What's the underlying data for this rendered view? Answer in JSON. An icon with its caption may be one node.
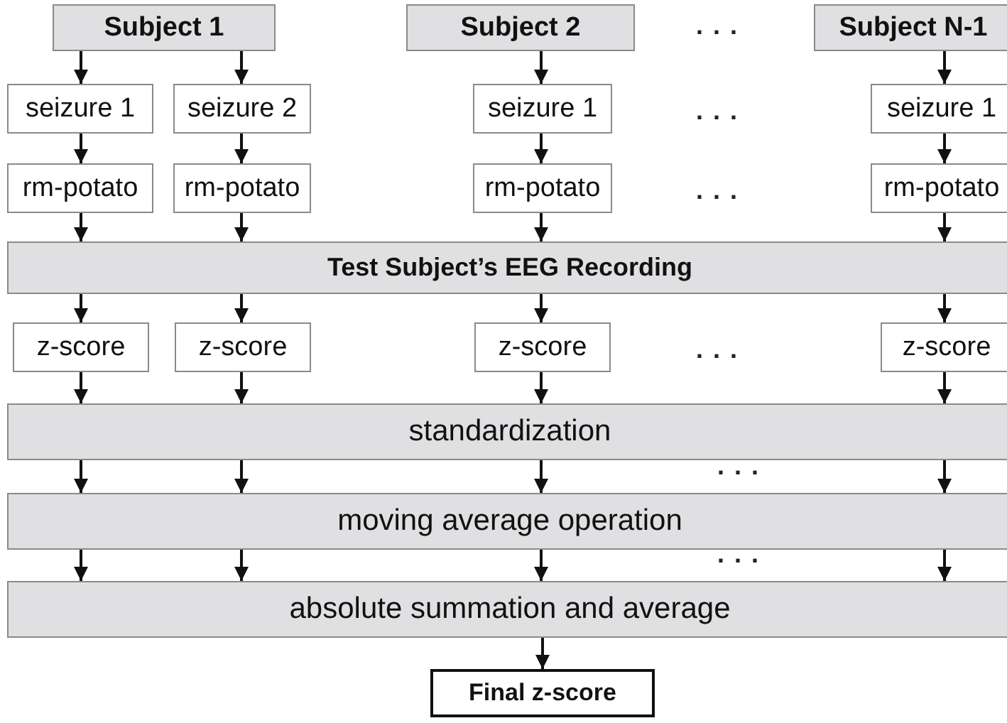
{
  "diagram": {
    "nodes": [
      {
        "text": [
          "Subject 1"
        ]
      },
      {
        "text": [
          "Subject 2"
        ]
      },
      {
        "text": [
          "Subject N-1"
        ]
      },
      {
        "text": [
          "seizure 1"
        ]
      },
      {
        "text": [
          "seizure 2"
        ]
      },
      {
        "text": [
          "seizure 1"
        ]
      },
      {
        "text": [
          "seizure 1"
        ]
      },
      {
        "text": [
          "rm-potato"
        ]
      },
      {
        "text": [
          "rm-potato"
        ]
      },
      {
        "text": [
          "rm-potato"
        ]
      },
      {
        "text": [
          "rm-potato"
        ]
      },
      {
        "text": [
          "Test Subject’s EEG Recording"
        ]
      },
      {
        "text": [
          "z-score"
        ]
      },
      {
        "text": [
          "z-score"
        ]
      },
      {
        "text": [
          "z-score"
        ]
      },
      {
        "text": [
          "z-score"
        ]
      },
      {
        "text": [
          "standardization"
        ]
      },
      {
        "text": [
          "moving average operation"
        ]
      },
      {
        "text": [
          "absolute summation and average"
        ]
      },
      {
        "text": [
          "Final z-score"
        ]
      }
    ],
    "edges": [
      {
        "from": 0,
        "to": 3,
        "arrow": "to"
      },
      {
        "from": 0,
        "to": 4,
        "arrow": "to"
      },
      {
        "from": 1,
        "to": 5,
        "arrow": "to"
      },
      {
        "from": 2,
        "to": 6,
        "arrow": "to"
      },
      {
        "from": 3,
        "to": 7,
        "arrow": "to"
      },
      {
        "from": 4,
        "to": 8,
        "arrow": "to"
      },
      {
        "from": 5,
        "to": 9,
        "arrow": "to"
      },
      {
        "from": 6,
        "to": 10,
        "arrow": "to"
      },
      {
        "from": 7,
        "to": 11,
        "arrow": "to"
      },
      {
        "from": 8,
        "to": 11,
        "arrow": "to"
      },
      {
        "from": 9,
        "to": 11,
        "arrow": "to"
      },
      {
        "from": 10,
        "to": 11,
        "arrow": "to"
      },
      {
        "from": 11,
        "to": 12,
        "arrow": "to"
      },
      {
        "from": 11,
        "to": 13,
        "arrow": "to"
      },
      {
        "from": 11,
        "to": 14,
        "arrow": "to"
      },
      {
        "from": 11,
        "to": 15,
        "arrow": "to"
      },
      {
        "from": 12,
        "to": 16,
        "arrow": "to"
      },
      {
        "from": 13,
        "to": 16,
        "arrow": "to"
      },
      {
        "from": 14,
        "to": 16,
        "arrow": "to"
      },
      {
        "from": 15,
        "to": 16,
        "arrow": "to"
      },
      {
        "from": 16,
        "to": 17,
        "arrow": "to"
      },
      {
        "from": 16,
        "to": 17,
        "arrow": "to"
      },
      {
        "from": 16,
        "to": 17,
        "arrow": "to"
      },
      {
        "from": 16,
        "to": 17,
        "arrow": "to"
      },
      {
        "from": 17,
        "to": 18,
        "arrow": "to"
      },
      {
        "from": 17,
        "to": 18,
        "arrow": "to"
      },
      {
        "from": 17,
        "to": 18,
        "arrow": "to"
      },
      {
        "from": 17,
        "to": 18,
        "arrow": "to"
      },
      {
        "from": 18,
        "to": 19,
        "arrow": "to"
      }
    ],
    "labels": [
      ". . .",
      ". . .",
      ". . .",
      ". . .",
      ". . .",
      ". . ."
    ]
  }
}
